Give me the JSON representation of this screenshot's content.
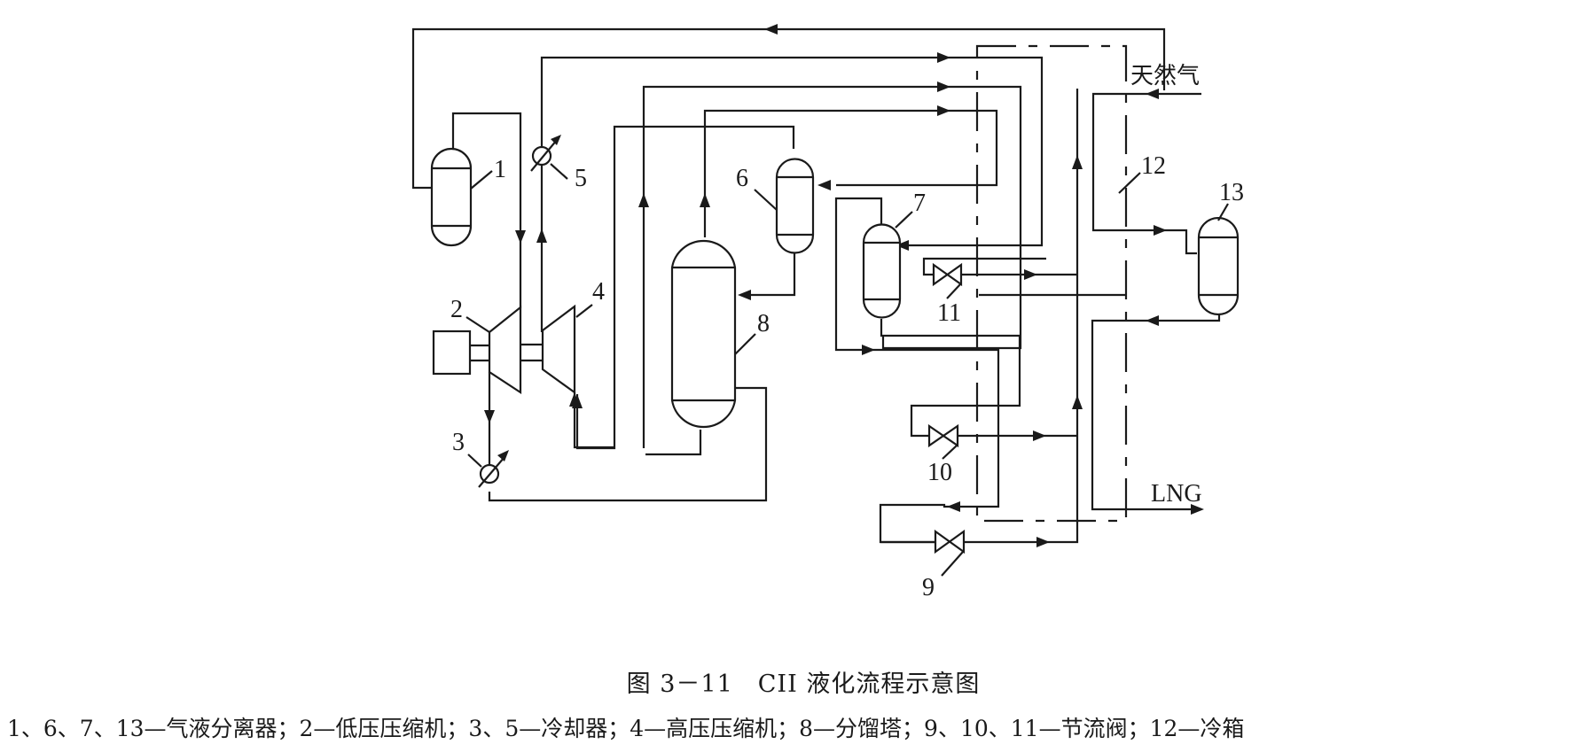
{
  "figure": {
    "title": "图 3－11　CII 液化流程示意图",
    "legend": "1、6、7、13—气液分离器；2—低压压缩机；3、5—冷却器；4—高压压缩机；8—分馏塔；9、10、11—节流阀；12—冷箱"
  },
  "labels": {
    "separator_1": "1",
    "compressor_2": "2",
    "cooler_3": "3",
    "compressor_4": "4",
    "cooler_5": "5",
    "separator_6": "6",
    "separator_7": "7",
    "column_8": "8",
    "valve_9": "9",
    "valve_10": "10",
    "valve_11": "11",
    "cold_box_12": "12",
    "separator_13": "13",
    "feed": "天然气",
    "product": "LNG"
  },
  "components": [
    {
      "id": "1",
      "type": "气液分离器"
    },
    {
      "id": "2",
      "type": "低压压缩机"
    },
    {
      "id": "3",
      "type": "冷却器"
    },
    {
      "id": "4",
      "type": "高压压缩机"
    },
    {
      "id": "5",
      "type": "冷却器"
    },
    {
      "id": "6",
      "type": "气液分离器"
    },
    {
      "id": "7",
      "type": "气液分离器"
    },
    {
      "id": "8",
      "type": "分馏塔"
    },
    {
      "id": "9",
      "type": "节流阀"
    },
    {
      "id": "10",
      "type": "节流阀"
    },
    {
      "id": "11",
      "type": "节流阀"
    },
    {
      "id": "12",
      "type": "冷箱"
    },
    {
      "id": "13",
      "type": "气液分离器"
    }
  ]
}
